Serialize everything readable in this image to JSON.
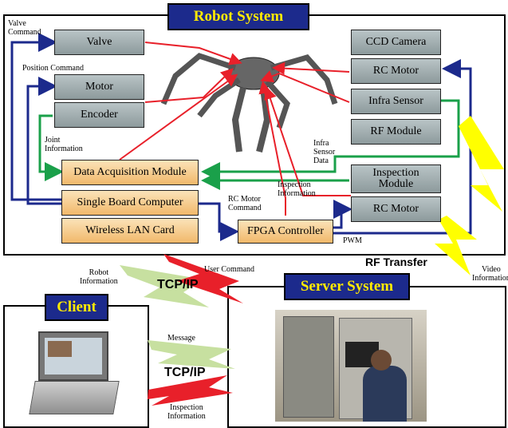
{
  "robot_system": {
    "title": "Robot System",
    "modules": {
      "valve": "Valve",
      "motor": "Motor",
      "encoder": "Encoder",
      "ccd_camera": "CCD Camera",
      "rc_motor_top": "RC Motor",
      "infra_sensor": "Infra Sensor",
      "rf_module": "RF Module",
      "inspection_module_l1": "Inspection",
      "inspection_module_l2": "Module",
      "rc_motor_bottom": "RC Motor",
      "data_acquisition": "Data Acquisition Module",
      "single_board": "Single Board Computer",
      "wireless_lan": "Wireless LAN Card",
      "fpga": "FPGA Controller"
    },
    "labels": {
      "valve_command_l1": "Valve",
      "valve_command_l2": "Command",
      "position_command": "Position Command",
      "joint_info_l1": "Joint",
      "joint_info_l2": "Information",
      "infra_data_l1": "Infra",
      "infra_data_l2": "Sensor",
      "infra_data_l3": "Data",
      "inspection_info_l1": "Inspection",
      "inspection_info_l2": "Information",
      "rc_motor_command_l1": "RC Motor",
      "rc_motor_command_l2": "Command",
      "pwm": "PWM"
    }
  },
  "client": {
    "title": "Client"
  },
  "server": {
    "title": "Server System"
  },
  "links": {
    "rf_transfer": "RF Transfer",
    "video_info_l1": "Video",
    "video_info_l2": "Information",
    "robot_info_l1": "Robot",
    "robot_info_l2": "Information",
    "user_command": "User Command",
    "tcpip_top": "TCP/IP",
    "message": "Message",
    "tcpip_bottom": "TCP/IP",
    "inspection_info_l1": "Inspection",
    "inspection_info_l2": "Information"
  },
  "colors": {
    "title_bg": "#1c2a8c",
    "title_text": "#ffea00",
    "red_signal": "#e8202a",
    "green_signal": "#1aa04a",
    "blue_signal": "#1c2a8c",
    "lightning_yellow": "#ffff00",
    "lightning_green": "#c7e0a0"
  }
}
